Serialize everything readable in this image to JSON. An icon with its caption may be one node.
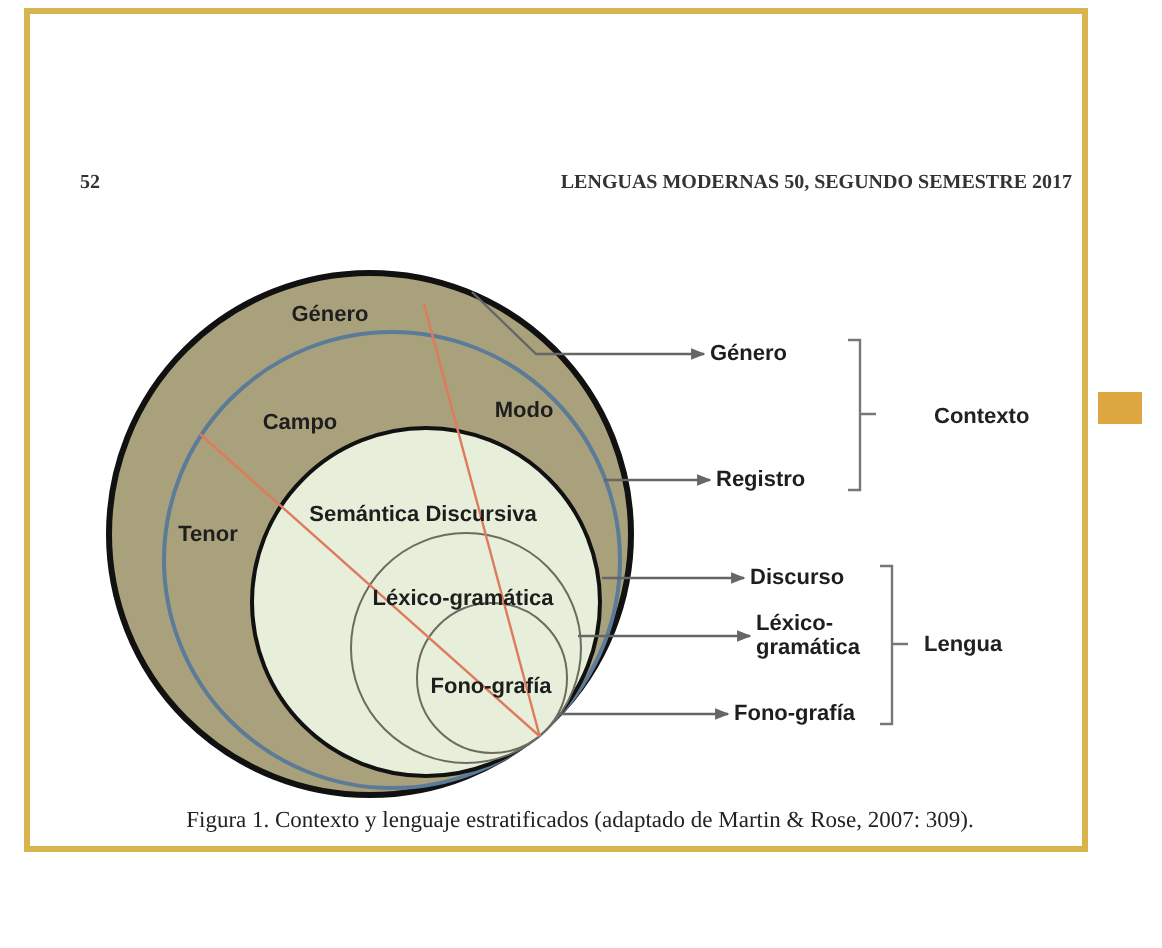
{
  "diagram": {
    "caption": "Figura 1. Contexto y lenguaje estratificados (adaptado de Martin & Rose, 2007: 309).",
    "nodes": [
      {
        "text": [
          "Género"
        ]
      },
      {
        "text": [
          "Campo",
          "Modo",
          "Tenor"
        ],
        "in": 0
      },
      {
        "text": [
          "Semántica Discursiva"
        ],
        "in": 1
      },
      {
        "text": [
          "Léxico-gramática"
        ],
        "in": 2
      },
      {
        "text": [
          "Fono-grafía"
        ],
        "in": 3
      },
      {
        "text": [
          "Género"
        ]
      },
      {
        "text": [
          "Registro"
        ]
      },
      {
        "text": [
          "Discurso"
        ]
      },
      {
        "text": [
          "Léxico- gramática"
        ]
      },
      {
        "text": [
          "Fono-grafía"
        ]
      }
    ],
    "edges": [
      {
        "from": 0,
        "to": 5,
        "arrow": "to"
      },
      {
        "from": 1,
        "to": 6,
        "arrow": "to"
      },
      {
        "from": 2,
        "to": 7,
        "arrow": "to"
      },
      {
        "from": 3,
        "to": 8,
        "arrow": "to"
      },
      {
        "from": 4,
        "to": 9,
        "arrow": "to"
      }
    ],
    "labels": [
      "52",
      "LENGUAS MODERNAS 50, SEGUNDO SEMESTRE 2017",
      "Contexto",
      "Lengua"
    ]
  }
}
